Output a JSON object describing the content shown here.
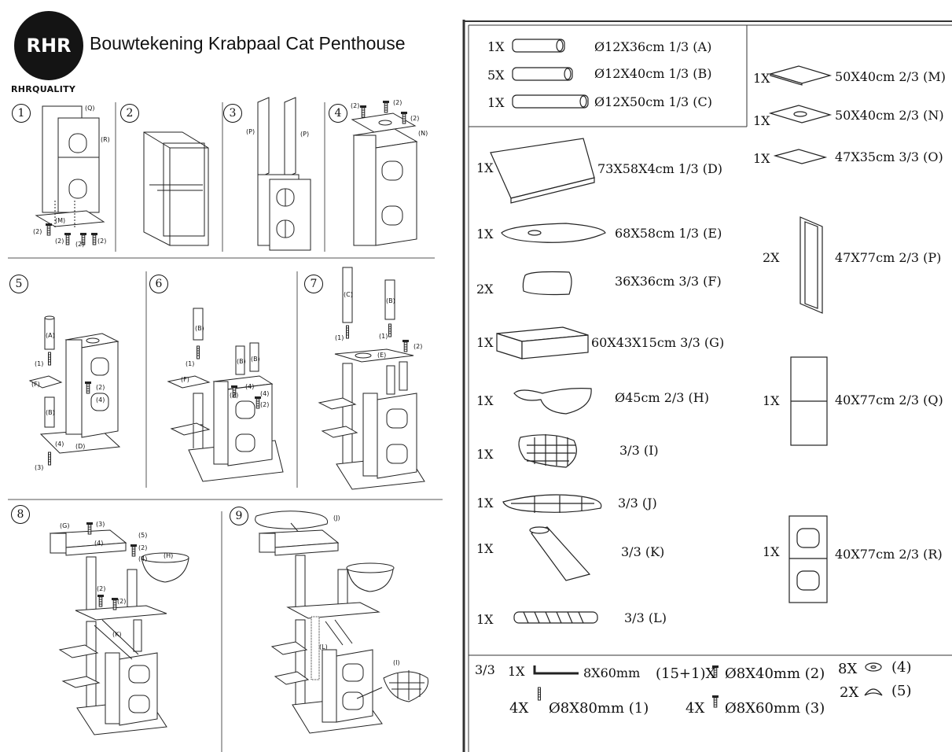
{
  "header": {
    "logo_text": "RHR",
    "brand": "RHRQUALITY",
    "title": "Bouwtekening Krabpaal Cat Penthouse"
  },
  "steps": [
    "1",
    "2",
    "3",
    "4",
    "5",
    "6",
    "7",
    "8",
    "9"
  ],
  "parts": [
    {
      "qty": "1X",
      "spec": "Ø12X36cm 1/3 (A)"
    },
    {
      "qty": "5X",
      "spec": "Ø12X40cm 1/3 (B)"
    },
    {
      "qty": "1X",
      "spec": "Ø12X50cm 1/3 (C)"
    },
    {
      "qty": "1X",
      "spec": "73X58X4cm 1/3 (D)"
    },
    {
      "qty": "1X",
      "spec": "68X58cm 1/3 (E)"
    },
    {
      "qty": "2X",
      "spec": "36X36cm 3/3 (F)"
    },
    {
      "qty": "1X",
      "spec": "60X43X15cm 3/3 (G)"
    },
    {
      "qty": "1X",
      "spec": "Ø45cm 2/3 (H)"
    },
    {
      "qty": "1X",
      "spec": "3/3 (I)"
    },
    {
      "qty": "1X",
      "spec": "3/3 (J)"
    },
    {
      "qty": "1X",
      "spec": "3/3 (K)"
    },
    {
      "qty": "1X",
      "spec": "3/3 (L)"
    },
    {
      "qty": "1X",
      "spec": "50X40cm 2/3 (M)"
    },
    {
      "qty": "1X",
      "spec": "50X40cm 2/3 (N)"
    },
    {
      "qty": "1X",
      "spec": "47X35cm 3/3 (O)"
    },
    {
      "qty": "2X",
      "spec": "47X77cm 2/3 (P)"
    },
    {
      "qty": "1X",
      "spec": "40X77cm 2/3 (Q)"
    },
    {
      "qty": "1X",
      "spec": "40X77cm 2/3 (R)"
    }
  ],
  "hardware": {
    "box": "3/3",
    "items": [
      {
        "qty": "1X",
        "spec": "8X60mm"
      },
      {
        "qty": "(15+1)X",
        "spec": "Ø8X40mm (2)"
      },
      {
        "qty": "8X",
        "spec": "(4)"
      },
      {
        "qty": "2X",
        "spec": "(5)"
      },
      {
        "qty": "4X",
        "spec": "Ø8X80mm (1)"
      },
      {
        "qty": "4X",
        "spec": "Ø8X60mm (3)"
      }
    ]
  },
  "labels": {
    "s1": [
      "(Q)",
      "(R)",
      "(M)",
      "(2)",
      "(2)",
      "(2)",
      "(2)"
    ],
    "s3": [
      "(P)",
      "(P)"
    ],
    "s4": [
      "(2)",
      "(2)",
      "(2)",
      "(N)"
    ],
    "s5": [
      "(A)",
      "(1)",
      "(F)",
      "(B)",
      "(D)",
      "(4)",
      "(3)",
      "(2)",
      "(4)"
    ],
    "s6": [
      "(B)",
      "(1)",
      "(F)",
      "(B)",
      "(B)",
      "(2)",
      "(4)",
      "(4)",
      "(2)"
    ],
    "s7": [
      "(C)",
      "(B)",
      "(1)",
      "(1)",
      "(E)",
      "(2)"
    ],
    "s8": [
      "(G)",
      "(3)",
      "(4)",
      "(5)",
      "(2)",
      "(4)",
      "(H)",
      "(2)",
      "(2)",
      "(K)"
    ],
    "s9": [
      "(J)",
      "(L)",
      "(I)"
    ]
  }
}
